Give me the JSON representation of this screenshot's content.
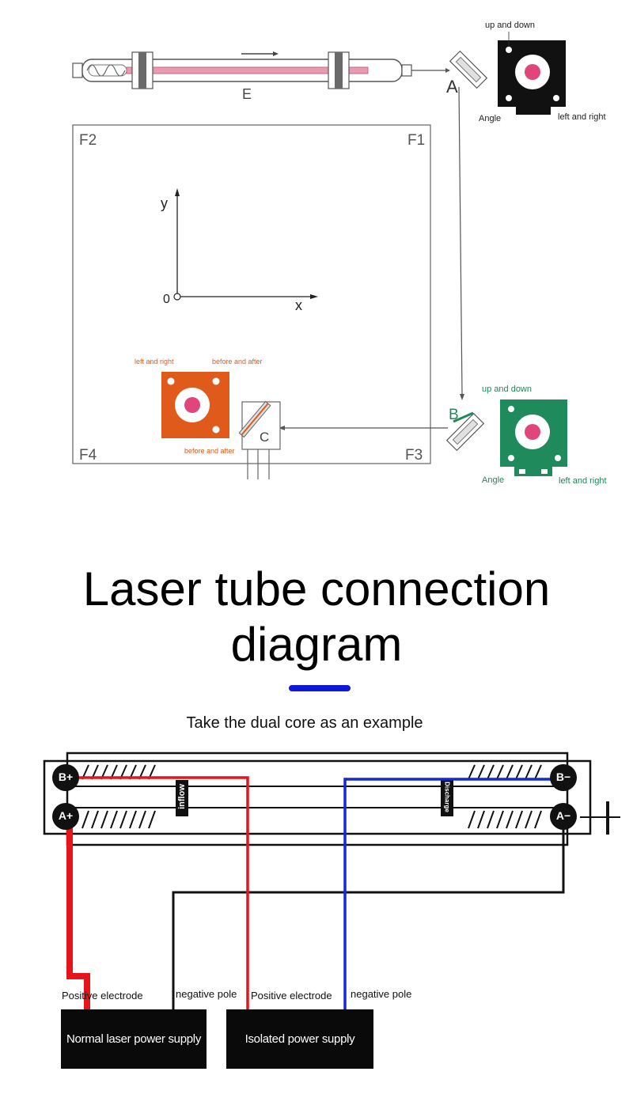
{
  "optical_path": {
    "mirror_a_label": "A",
    "mirror_b_label": "B",
    "mirror_c_label": "C",
    "tube_label": "E",
    "corners": {
      "f1": "F1",
      "f2": "F2",
      "f3": "F3",
      "f4": "F4"
    },
    "axes": {
      "y": "y",
      "x": "x",
      "origin": "0"
    },
    "mount_a": {
      "top": "up and down",
      "left": "Angle",
      "right": "left and right",
      "color": "#111111"
    },
    "mount_b": {
      "top": "up and down",
      "left": "Angle",
      "right": "left and right",
      "color": "#1f8a5b"
    },
    "mount_c": {
      "top_left": "left and right",
      "top_right": "before and after",
      "bottom": "before and after",
      "color": "#e05a1c"
    }
  },
  "title_line1": "Laser tube connection",
  "title_line2": "diagram",
  "subtitle": "Take the dual core as an example",
  "connection": {
    "terminals": {
      "b_plus": "B+",
      "a_plus": "A+",
      "b_minus": "B−",
      "a_minus": "A−"
    },
    "inflow_label": "inflow",
    "discharge_label": "Discharge",
    "labels": {
      "positive_electrode_1": "Positive electrode",
      "negative_pole_1": "negative pole",
      "positive_electrode_2": "Positive electrode",
      "negative_pole_2": "negative pole"
    },
    "psu_normal": "Normal laser power supply",
    "psu_isolated": "Isolated power supply",
    "colors": {
      "red": "#e8141c",
      "blue": "#1428d8",
      "black": "#111111"
    }
  }
}
